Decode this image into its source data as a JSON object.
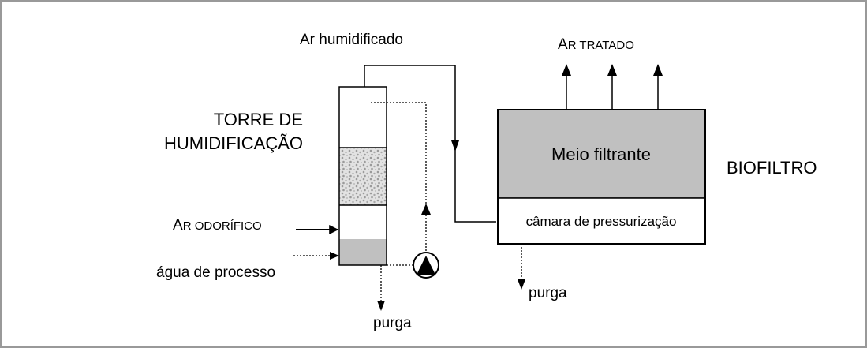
{
  "labels": {
    "ar_humidificado": "Ar humidificado",
    "ar_tratado": {
      "initial": "A",
      "rest": "R TRATADO"
    },
    "torre_line1": "TORRE DE",
    "torre_line2": "HUMIDIFICAÇÃO",
    "ar_odorifico": {
      "initial": "A",
      "rest": "R ODORÍFICO"
    },
    "agua_processo": "água de processo",
    "purga_torre": "purga",
    "meio_filtrante": "Meio filtrante",
    "camara": "câmara de pressurização",
    "purga_biofiltro": "purga",
    "biofiltro": "BIOFILTRO"
  },
  "colors": {
    "frame": "#999999",
    "stroke": "#000000",
    "filter_medium_fill": "#c0c0c0",
    "water_fill": "#c0c0c0",
    "packing_dots": "#9a9a9a"
  }
}
